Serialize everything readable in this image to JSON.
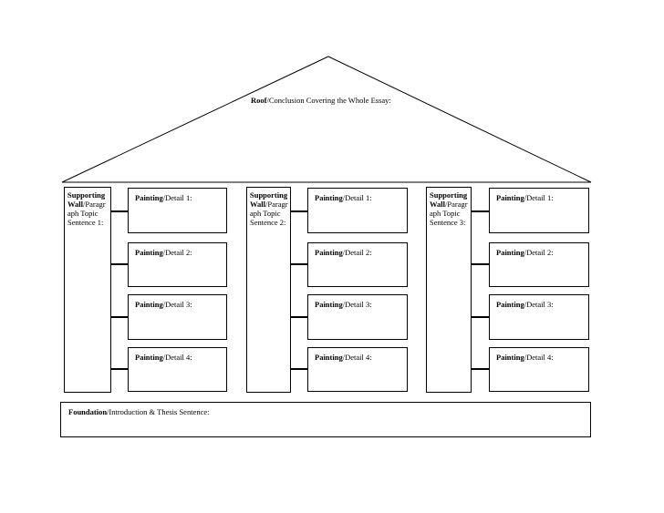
{
  "colors": {
    "ink": "#000000",
    "paper": "#ffffff"
  },
  "roof": {
    "label_bold": "Roof",
    "label_rest": "/Conclusion Covering the Whole Essay:"
  },
  "columns": [
    {
      "wall": {
        "label_bold": "Supporting Wall",
        "label_rest": "/Paragraph Topic Sentence 1:"
      },
      "paintings": [
        {
          "label_bold": "Painting",
          "label_rest": "/Detail 1:"
        },
        {
          "label_bold": "Painting",
          "label_rest": "/Detail 2:"
        },
        {
          "label_bold": "Painting",
          "label_rest": "/Detail 3:"
        },
        {
          "label_bold": "Painting",
          "label_rest": "/Detail 4:"
        }
      ]
    },
    {
      "wall": {
        "label_bold": "Supporting Wall",
        "label_rest": "/Paragraph Topic Sentence 2:"
      },
      "paintings": [
        {
          "label_bold": "Painting",
          "label_rest": "/Detail 1:"
        },
        {
          "label_bold": "Painting",
          "label_rest": "/Detail 2:"
        },
        {
          "label_bold": "Painting",
          "label_rest": "/Detail 3:"
        },
        {
          "label_bold": "Painting",
          "label_rest": "/Detail 4:"
        }
      ]
    },
    {
      "wall": {
        "label_bold": "Supporting Wall",
        "label_rest": "/Paragraph Topic Sentence 3:"
      },
      "paintings": [
        {
          "label_bold": "Painting",
          "label_rest": "/Detail 1:"
        },
        {
          "label_bold": "Painting",
          "label_rest": "/Detail 2:"
        },
        {
          "label_bold": "Painting",
          "label_rest": "/Detail 3:"
        },
        {
          "label_bold": "Painting",
          "label_rest": "/Detail 4:"
        }
      ]
    }
  ],
  "foundation": {
    "label_bold": "Foundation",
    "label_rest": "/Introduction & Thesis Sentence:"
  }
}
